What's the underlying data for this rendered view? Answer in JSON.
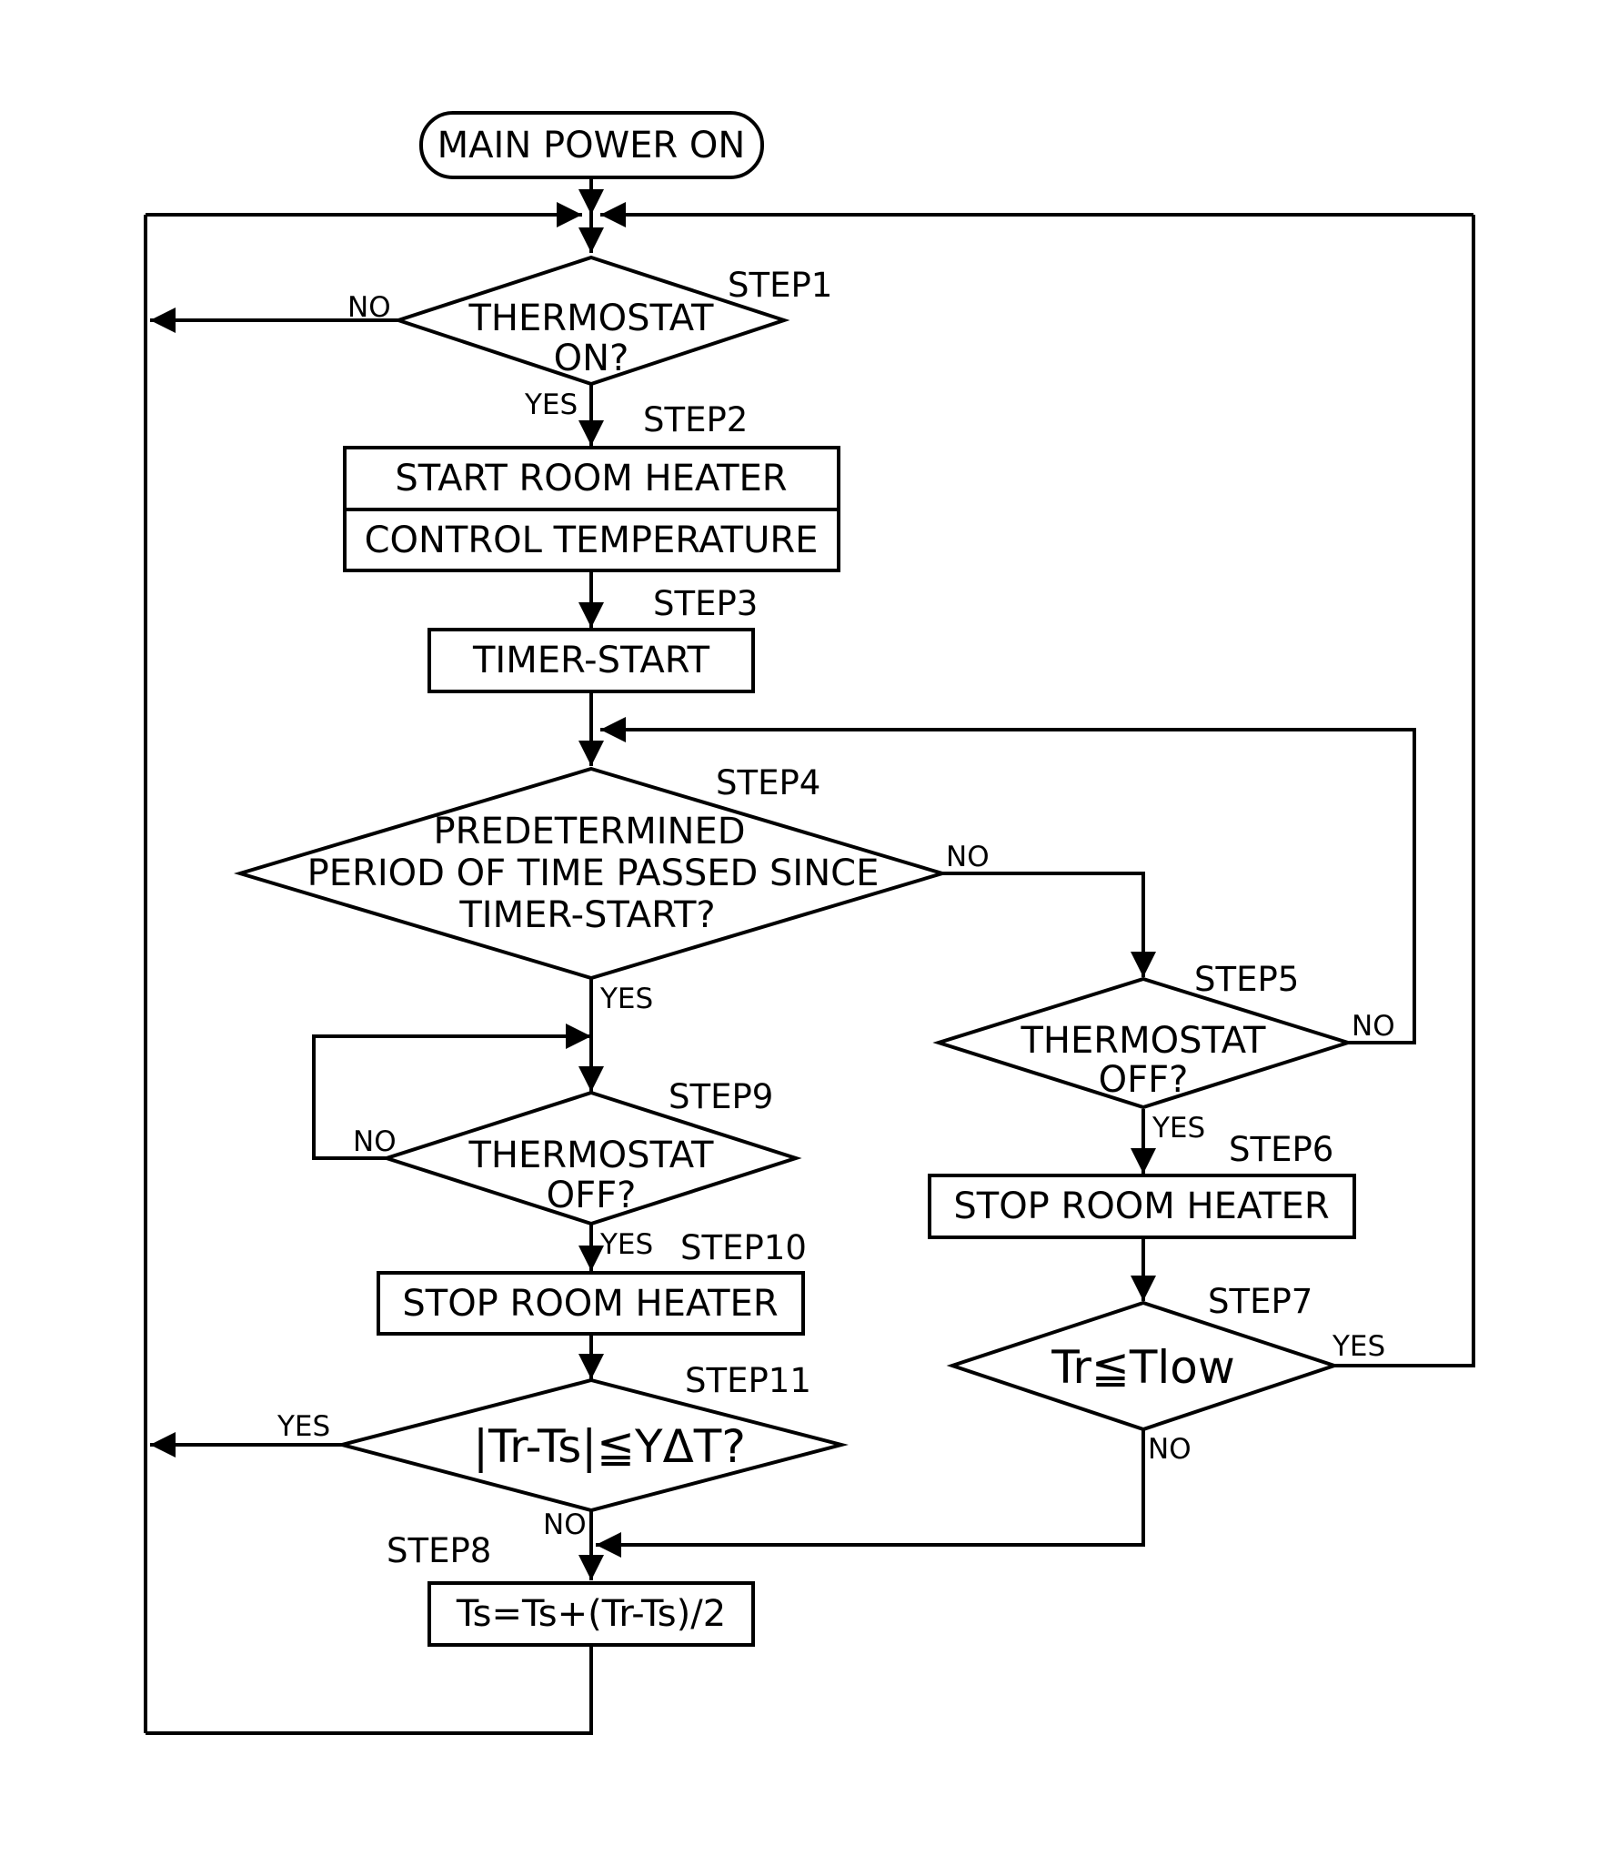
{
  "start": "MAIN POWER ON",
  "step1": {
    "label": "STEP1",
    "line1": "THERMOSTAT",
    "line2": "ON?",
    "no": "NO",
    "yes": "YES"
  },
  "step2": {
    "label": "STEP2",
    "line1": "START ROOM HEATER",
    "line2": "CONTROL TEMPERATURE"
  },
  "step3": {
    "label": "STEP3",
    "text": "TIMER-START"
  },
  "step4": {
    "label": "STEP4",
    "line1": "PREDETERMINED",
    "line2": "PERIOD OF TIME PASSED SINCE",
    "line3": "TIMER-START?",
    "no": "NO",
    "yes": "YES"
  },
  "step5": {
    "label": "STEP5",
    "line1": "THERMOSTAT",
    "line2": "OFF?",
    "no": "NO",
    "yes": "YES"
  },
  "step6": {
    "label": "STEP6",
    "text": "STOP ROOM HEATER"
  },
  "step7": {
    "label": "STEP7",
    "text": "Tr≦Tlow",
    "yes": "YES",
    "no": "NO"
  },
  "step8": {
    "label": "STEP8",
    "text": "Ts=Ts+(Tr-Ts)/2"
  },
  "step9": {
    "label": "STEP9",
    "line1": "THERMOSTAT",
    "line2": "OFF?",
    "no": "NO",
    "yes": "YES"
  },
  "step10": {
    "label": "STEP10",
    "text": "STOP ROOM HEATER"
  },
  "step11": {
    "label": "STEP11",
    "text": "|Tr-Ts|≦YΔT?",
    "yes": "YES",
    "no": "NO"
  }
}
